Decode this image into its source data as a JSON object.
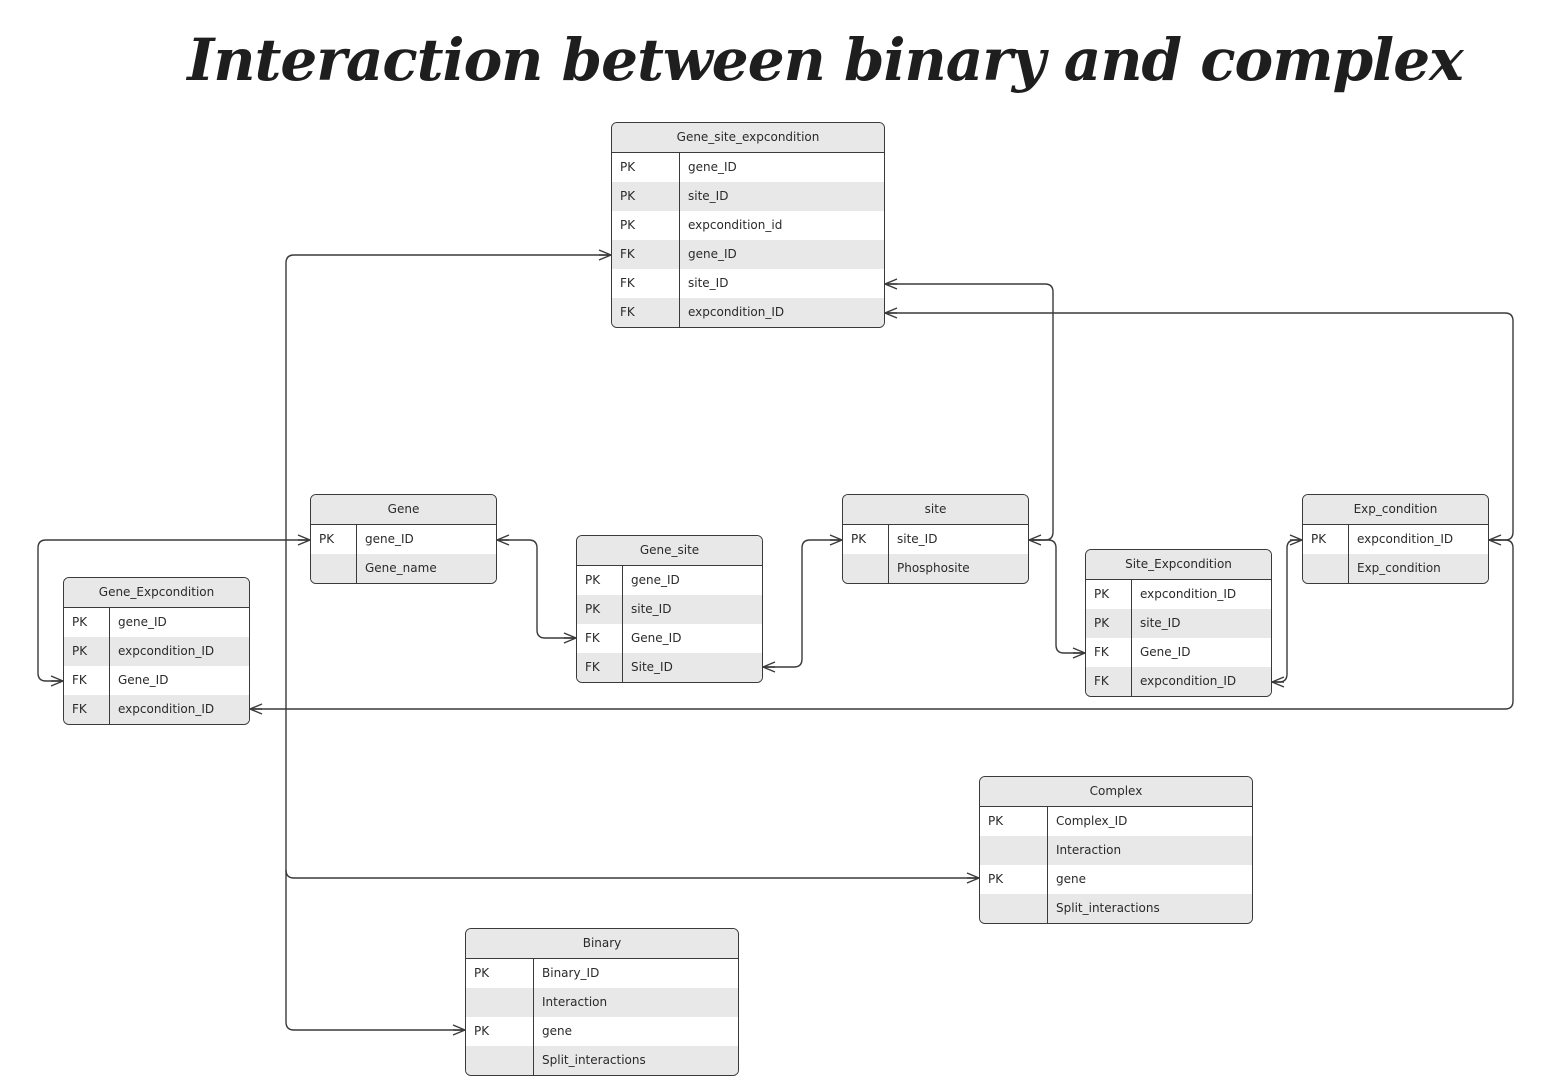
{
  "title": "Interaction between binary and complex",
  "entities": {
    "gene_site_expcondition": {
      "name": "Gene_site_expcondition",
      "rows": [
        {
          "key": "PK",
          "field": "gene_ID"
        },
        {
          "key": "PK",
          "field": "site_ID"
        },
        {
          "key": "PK",
          "field": "expcondition_id"
        },
        {
          "key": "FK",
          "field": "gene_ID"
        },
        {
          "key": "FK",
          "field": "site_ID"
        },
        {
          "key": "FK",
          "field": "expcondition_ID"
        }
      ]
    },
    "gene": {
      "name": "Gene",
      "rows": [
        {
          "key": "PK",
          "field": "gene_ID"
        },
        {
          "key": "",
          "field": "Gene_name"
        }
      ]
    },
    "gene_site": {
      "name": "Gene_site",
      "rows": [
        {
          "key": "PK",
          "field": "gene_ID"
        },
        {
          "key": "PK",
          "field": "site_ID"
        },
        {
          "key": "FK",
          "field": "Gene_ID"
        },
        {
          "key": "FK",
          "field": "Site_ID"
        }
      ]
    },
    "site": {
      "name": "site",
      "rows": [
        {
          "key": "PK",
          "field": "site_ID"
        },
        {
          "key": "",
          "field": "Phosphosite"
        }
      ]
    },
    "exp_condition": {
      "name": "Exp_condition",
      "rows": [
        {
          "key": "PK",
          "field": "expcondition_ID"
        },
        {
          "key": "",
          "field": "Exp_condition"
        }
      ]
    },
    "site_expcondition": {
      "name": "Site_Expcondition",
      "rows": [
        {
          "key": "PK",
          "field": "expcondition_ID"
        },
        {
          "key": "PK",
          "field": "site_ID"
        },
        {
          "key": "FK",
          "field": "Gene_ID"
        },
        {
          "key": "FK",
          "field": "expcondition_ID"
        }
      ]
    },
    "gene_expcondition": {
      "name": "Gene_Expcondition",
      "rows": [
        {
          "key": "PK",
          "field": "gene_ID"
        },
        {
          "key": "PK",
          "field": "expcondition_ID"
        },
        {
          "key": "FK",
          "field": "Gene_ID"
        },
        {
          "key": "FK",
          "field": "expcondition_ID"
        }
      ]
    },
    "complex": {
      "name": "Complex",
      "rows": [
        {
          "key": "PK",
          "field": "Complex_ID"
        },
        {
          "key": "",
          "field": "Interaction"
        },
        {
          "key": "PK",
          "field": "gene"
        },
        {
          "key": "",
          "field": "Split_interactions"
        }
      ]
    },
    "binary": {
      "name": "Binary",
      "rows": [
        {
          "key": "PK",
          "field": "Binary_ID"
        },
        {
          "key": "",
          "field": "Interaction"
        },
        {
          "key": "PK",
          "field": "gene"
        },
        {
          "key": "",
          "field": "Split_interactions"
        }
      ]
    }
  }
}
